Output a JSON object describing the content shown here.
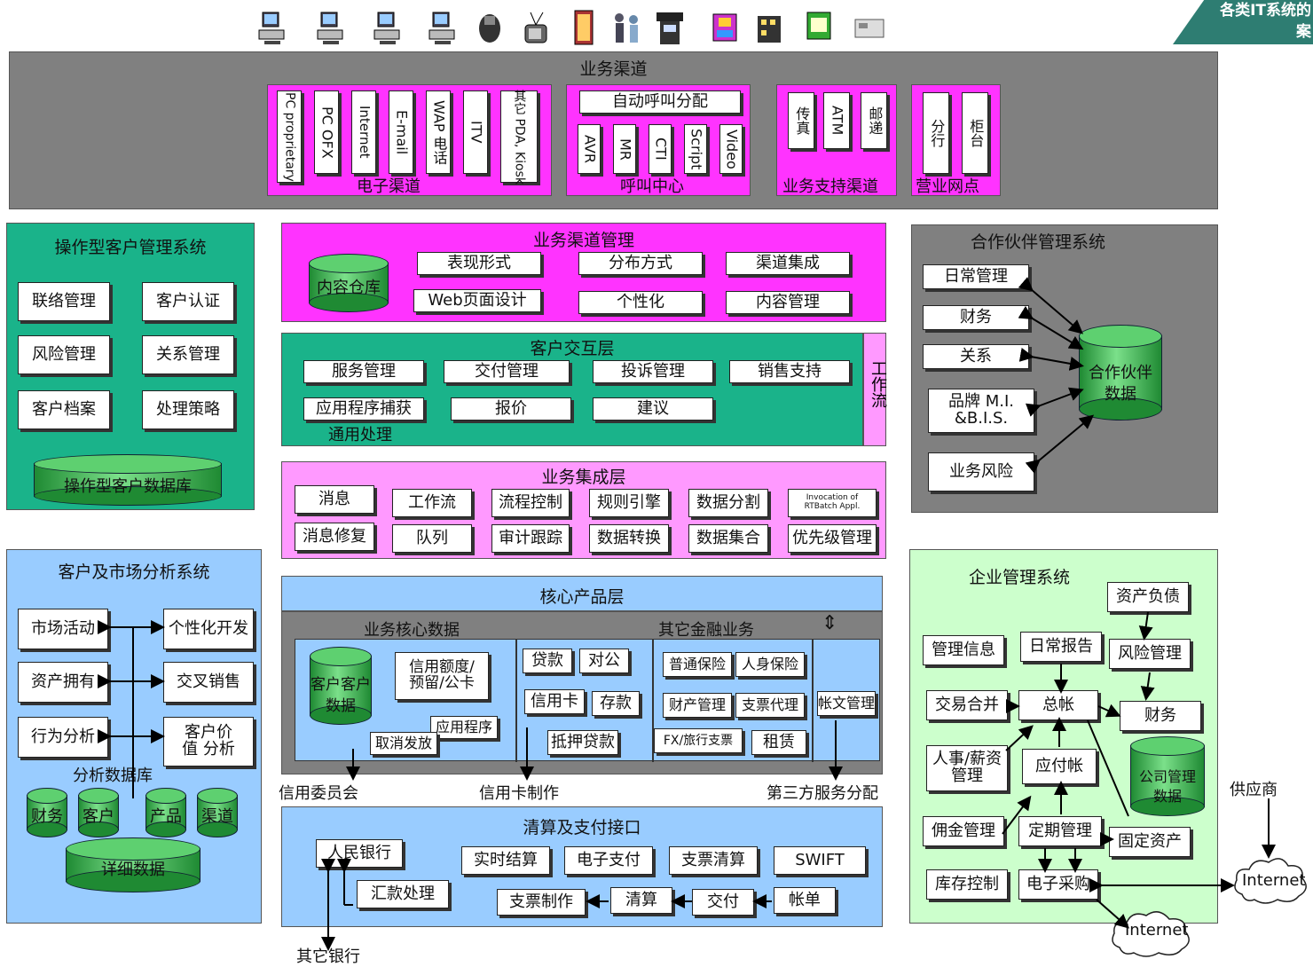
{
  "corner_label": {
    "line1": "各类IT系统的",
    "line2": "案"
  },
  "channel_icons": [
    "computer-icon",
    "computer-icon",
    "computer-icon",
    "computer-icon",
    "phone-icon",
    "tv-icon",
    "door-icon",
    "people-icon",
    "atm-icon",
    "fax-icon",
    "building-icon",
    "kiosk-icon",
    "folder-icon",
    "panel-icon"
  ],
  "channels": {
    "title": "业务渠道",
    "electronic": {
      "label": "电子渠道",
      "items": [
        "PC proprietary",
        "PC OFX",
        "Internet",
        "E-mail",
        "WAP 电话",
        "ITV",
        "其它 PDA, Kiosk"
      ]
    },
    "call_center": {
      "label": "呼叫中心",
      "top": "自动呼叫分配",
      "items": [
        "AVR",
        "MR",
        "CTI",
        "Script",
        "Video"
      ]
    },
    "support": {
      "label": "业务支持渠道",
      "items": [
        "传真",
        "ATM",
        "邮递"
      ]
    },
    "branch": {
      "label": "营业网点",
      "items": [
        "分行",
        "柜台"
      ]
    }
  },
  "op_crm": {
    "title": "操作型客户管理系统",
    "items": [
      "联络管理",
      "客户认证",
      "风险管理",
      "关系管理",
      "客户档案",
      "处理策略"
    ],
    "db": "操作型客户数据库"
  },
  "channel_mgmt": {
    "title": "业务渠道管理",
    "db": "内容仓库",
    "items": [
      "表现形式",
      "分布方式",
      "渠道集成",
      "Web页面设计",
      "个性化",
      "内容管理"
    ]
  },
  "interaction": {
    "title": "客户交互层",
    "items": [
      "服务管理",
      "交付管理",
      "投诉管理",
      "销售支持",
      "应用程序捕获",
      "报价",
      "建议"
    ],
    "extra": "通用处理",
    "side": "工作流"
  },
  "integration": {
    "title": "业务集成层",
    "items": [
      "消息",
      "工作流",
      "流程控制",
      "规则引擎",
      "数据分割",
      "Invocation of RTBatch Appl.",
      "消息修复",
      "队列",
      "审计跟踪",
      "数据转换",
      "数据集合",
      "优先级管理"
    ]
  },
  "partner": {
    "title": "合作伙伴管理系统",
    "items": [
      "日常管理",
      "财务",
      "关系",
      "品牌 M.I. &B.I.S.",
      "业务风险"
    ],
    "db_line1": "合作伙伴",
    "db_line2": "数据"
  },
  "analysis": {
    "title": "客户及市场分析系统",
    "left": [
      "市场活动",
      "资产拥有",
      "行为分析"
    ],
    "right": [
      "个性化开发",
      "交叉销售",
      "客户价值 分析"
    ],
    "db_label": "分析数据库",
    "dbs": [
      "财务",
      "客户",
      "产品",
      "渠道"
    ],
    "detail": "详细数据"
  },
  "core": {
    "title": "核心产品层",
    "left_title": "业务核心数据",
    "right_title": "其它金融业务",
    "db_line1": "客户客户",
    "db_line2": "数据",
    "items_left": [
      "信用额度/ 预留/公卡",
      "应用程序",
      "取消发放"
    ],
    "items_mid": [
      "贷款",
      "对公",
      "信用卡",
      "存款",
      "抵押贷款"
    ],
    "items_right": [
      "普通保险",
      "人身保险",
      "财产管理",
      "支票代理",
      "FX/旅行支票",
      "租赁"
    ],
    "far": "帐文管理",
    "bottom": [
      "信用委员会",
      "信用卡制作",
      "第三方服务分配"
    ]
  },
  "settle": {
    "title": "清算及支付接口",
    "items": [
      "人民银行",
      "汇款处理",
      "实时结算",
      "电子支付",
      "支票清算",
      "SWIFT",
      "支票制作",
      "清算",
      "交付",
      "帐单"
    ],
    "external": "其它银行"
  },
  "enterprise": {
    "title": "企业管理系统",
    "items": [
      "资产负债",
      "管理信息",
      "日常报告",
      "风险管理",
      "交易合并",
      "总帐",
      "财务",
      "人事/薪资 管理",
      "应付帐",
      "佣金管理",
      "定期管理",
      "固定资产",
      "库存控制",
      "电子采购"
    ],
    "db_line1": "公司管理",
    "db_line2": "数据"
  },
  "external": {
    "supplier": "供应商",
    "internet1": "Internet",
    "internet2": "Internet"
  },
  "colors": {
    "gray": "#808080",
    "teal": "#1ab38a",
    "magenta": "#ff33ff",
    "pink": "#ff99ff",
    "blue": "#99ccff",
    "lightgreen": "#ccffcc"
  }
}
